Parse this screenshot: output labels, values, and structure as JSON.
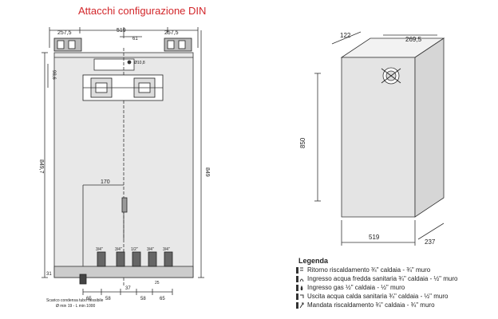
{
  "title": "Attacchi configurazione DIN",
  "front_view": {
    "dim_top_left": "257,5",
    "dim_top_center": "519",
    "dim_top_right": "257,5",
    "dim_offset": "61",
    "dim_bracket": "98,6",
    "dim_height_left": "849,7",
    "dim_height_right": "849",
    "dim_170": "170",
    "dim_bottom_left": "31",
    "callout": "Ø10,8",
    "bottom_dims": [
      "65",
      "58",
      "37",
      "58",
      "65"
    ],
    "bottom_small": "25",
    "pipe_labels": [
      "3/4\"",
      "3/4\"",
      "1/2\"",
      "3/4\"",
      "3/4\""
    ],
    "condensate_note_1": "Scarico condensa tubo flessibile",
    "condensate_note_2": "Ø min 19 - L min 1000"
  },
  "iso_view": {
    "dim_depth_top": "122",
    "dim_width_top": "269,5",
    "dim_height": "850",
    "dim_width": "519",
    "dim_depth": "237"
  },
  "legend": {
    "title": "Legenda",
    "items": [
      {
        "icon": "return-heating-icon",
        "text": "Ritorno riscaldamento ¾\" caldaia - ¾\" muro"
      },
      {
        "icon": "cold-water-inlet-icon",
        "text": "Ingresso acqua fredda sanitaria ¾\" caldaia - ½\" muro"
      },
      {
        "icon": "gas-inlet-icon",
        "text": "Ingresso gas ½\" caldaia - ½\" muro"
      },
      {
        "icon": "hot-water-outlet-icon",
        "text": "Uscita acqua calda sanitaria ¾\" caldaia - ½\" muro"
      },
      {
        "icon": "flow-heating-icon",
        "text": "Mandata riscaldamento ¾\" caldaia - ¾\" muro"
      }
    ]
  }
}
